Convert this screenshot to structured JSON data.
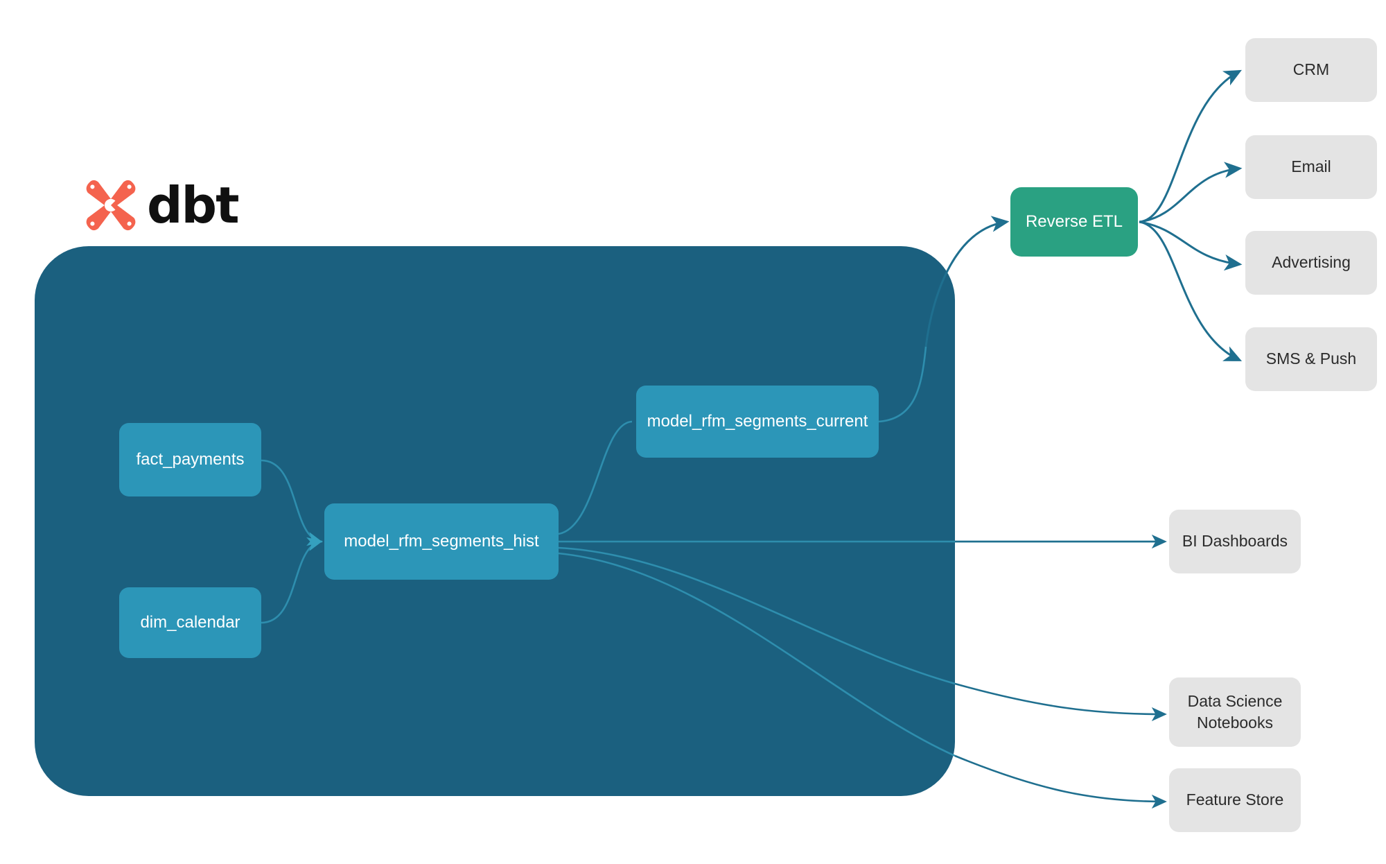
{
  "brand": {
    "logo_icon": "dbt-logo-icon",
    "logo_text": "dbt",
    "logo_color": "#F4634E"
  },
  "colors": {
    "warehouse_fill": "#1B607F",
    "model_node_fill": "#2C96B8",
    "reverse_etl_fill": "#2AA182",
    "consumer_fill": "#E4E4E4",
    "edge_outer": "#1F6F8F",
    "edge_inner": "#2E8EAE",
    "node_text": "#FFFFFF",
    "consumer_text": "#2B2B2B"
  },
  "warehouse": {
    "name": "warehouse-container",
    "models": [
      {
        "id": "fact_payments",
        "label": "fact_payments"
      },
      {
        "id": "dim_calendar",
        "label": "dim_calendar"
      },
      {
        "id": "model_rfm_segments_hist",
        "label": "model_rfm_segments_hist"
      },
      {
        "id": "model_rfm_segments_current",
        "label": "model_rfm_segments_current"
      }
    ]
  },
  "activation": {
    "hub": {
      "id": "reverse_etl",
      "label": "Reverse ETL"
    },
    "destinations": [
      {
        "id": "crm",
        "label": "CRM"
      },
      {
        "id": "email",
        "label": "Email"
      },
      {
        "id": "advertising",
        "label": "Advertising"
      },
      {
        "id": "sms_push",
        "label": "SMS & Push"
      }
    ]
  },
  "analytics": {
    "consumers": [
      {
        "id": "bi_dashboards",
        "label": "BI Dashboards"
      },
      {
        "id": "data_science_notebooks",
        "label_line1": "Data Science",
        "label_line2": "Notebooks"
      },
      {
        "id": "feature_store",
        "label": "Feature Store"
      }
    ]
  },
  "edges": [
    {
      "from": "fact_payments",
      "to": "model_rfm_segments_hist"
    },
    {
      "from": "dim_calendar",
      "to": "model_rfm_segments_hist"
    },
    {
      "from": "model_rfm_segments_hist",
      "to": "model_rfm_segments_current"
    },
    {
      "from": "model_rfm_segments_current",
      "to": "reverse_etl"
    },
    {
      "from": "reverse_etl",
      "to": "crm"
    },
    {
      "from": "reverse_etl",
      "to": "email"
    },
    {
      "from": "reverse_etl",
      "to": "advertising"
    },
    {
      "from": "reverse_etl",
      "to": "sms_push"
    },
    {
      "from": "model_rfm_segments_hist",
      "to": "bi_dashboards"
    },
    {
      "from": "model_rfm_segments_hist",
      "to": "data_science_notebooks"
    },
    {
      "from": "model_rfm_segments_hist",
      "to": "feature_store"
    }
  ]
}
